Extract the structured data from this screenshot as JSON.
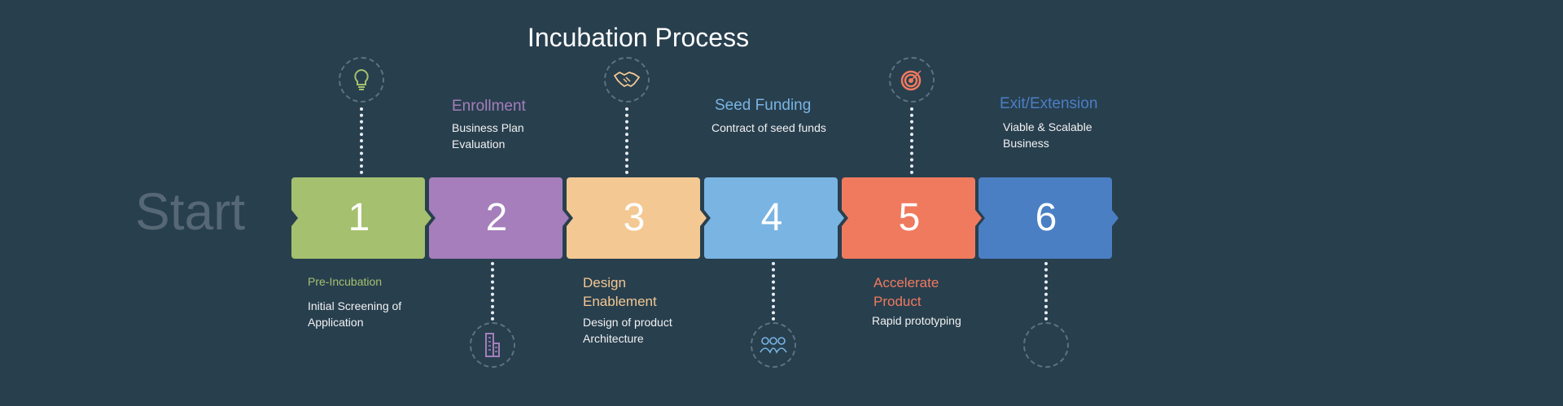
{
  "title": "Incubation Process",
  "start_label": "Start",
  "colors": {
    "background": "#283f4e",
    "step1": "#a5c06e",
    "step2": "#a57ebb",
    "step3": "#f3c892",
    "step4": "#79b4e3",
    "step5": "#f07a5e",
    "step6": "#4a7fc4"
  },
  "steps": [
    {
      "number": "1",
      "title": "Pre-Incubation",
      "desc": [
        "Initial Screening of",
        "Application"
      ],
      "icon": "lightbulb-icon"
    },
    {
      "number": "2",
      "title": "Enrollment",
      "desc": [
        "Business Plan",
        "Evaluation"
      ],
      "icon": "building-icon"
    },
    {
      "number": "3",
      "title": [
        "Design",
        "Enablement"
      ],
      "desc": [
        "Design of product",
        "Architecture"
      ],
      "icon": "handshake-icon"
    },
    {
      "number": "4",
      "title": "Seed Funding",
      "desc": [
        "Contract of seed funds"
      ],
      "icon": "team-icon"
    },
    {
      "number": "5",
      "title": [
        "Accelerate",
        "Product"
      ],
      "desc": [
        "Rapid prototyping"
      ],
      "icon": "target-icon"
    },
    {
      "number": "6",
      "title": "Exit/Extension",
      "desc": [
        "Viable & Scalable",
        "Business"
      ],
      "icon": "empty-circle-icon"
    }
  ]
}
